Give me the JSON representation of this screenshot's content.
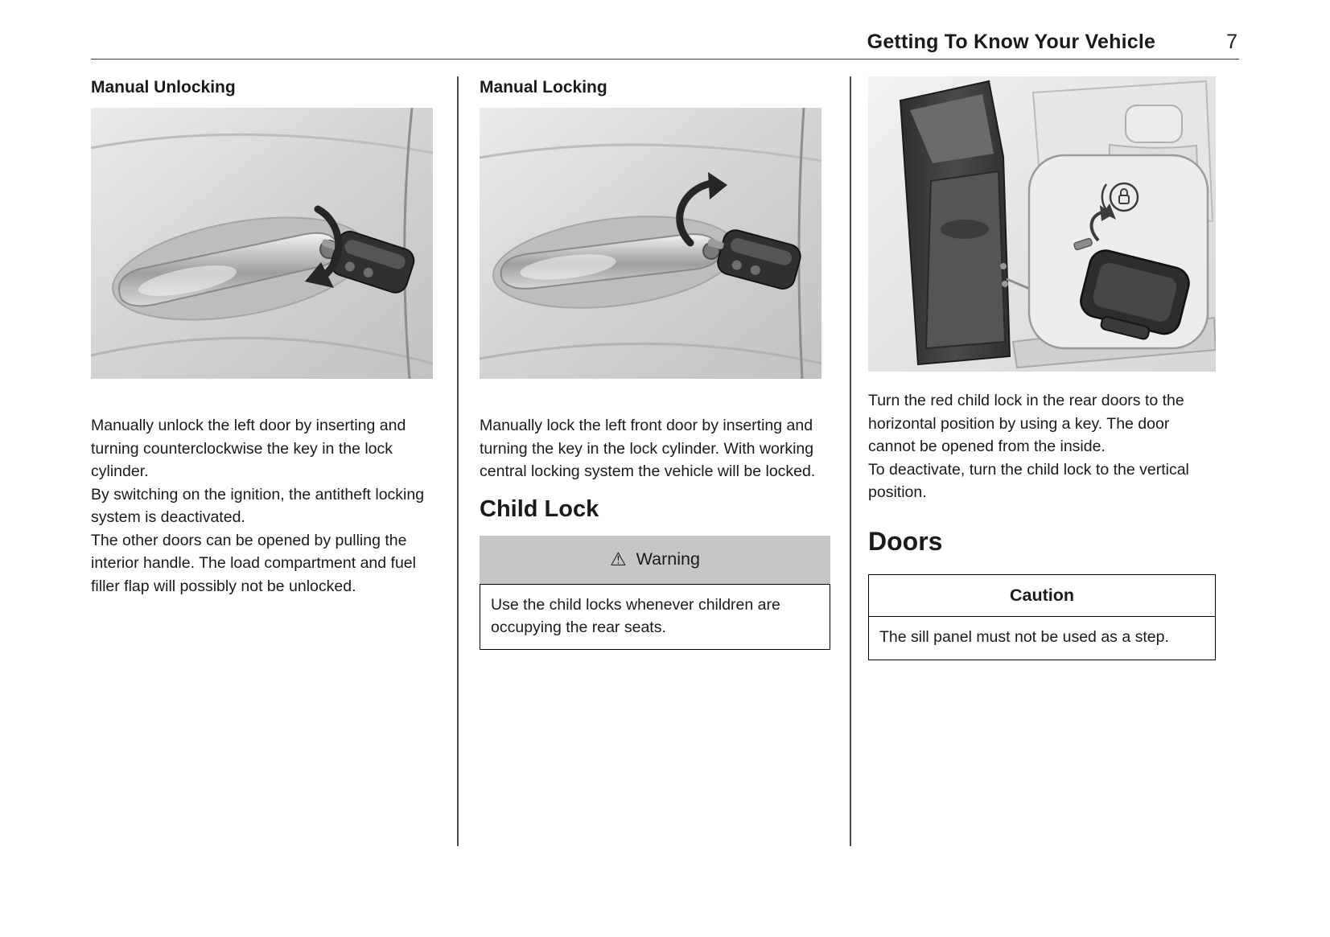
{
  "header": {
    "title": "Getting To Know Your Vehicle",
    "page_number": "7"
  },
  "column1": {
    "heading": "Manual Unlocking",
    "illustration": "door-handle-with-key-counterclockwise-arrow",
    "paragraphs": [
      "Manually unlock the left door by inserting and turning counterclockwise the key in the lock cylinder.",
      "By switching on the ignition, the antitheft locking system is deactivated.",
      "The other doors can be opened by pulling the interior handle. The load compartment and fuel filler flap will possibly not be unlocked."
    ]
  },
  "column2": {
    "heading": "Manual Locking",
    "illustration": "door-handle-with-key-clockwise-arrow",
    "paragraph": "Manually lock the left front door by inserting and turning the key in the lock cylinder. With working central locking system the vehicle will be locked.",
    "section_heading": "Child Lock",
    "warning": {
      "icon": "⚠",
      "title": "Warning",
      "text": "Use the child locks whenever children are occupying the rear seats."
    }
  },
  "column3": {
    "illustration": "rear-door-child-lock-with-key-inset",
    "paragraphs": [
      "Turn the red child lock in the rear doors to the horizontal position by using a key. The door cannot be opened from the inside.",
      "To deactivate, turn the child lock to the vertical position."
    ],
    "section_heading": "Doors",
    "caution": {
      "title": "Caution",
      "text": "The sill panel must not be used as a step."
    }
  },
  "colors": {
    "warning_header_bg": "#c6c6c6",
    "rule": "#3a3a3a",
    "divider": "#4a4a4a",
    "text": "#1a1a1a",
    "background": "#ffffff"
  }
}
